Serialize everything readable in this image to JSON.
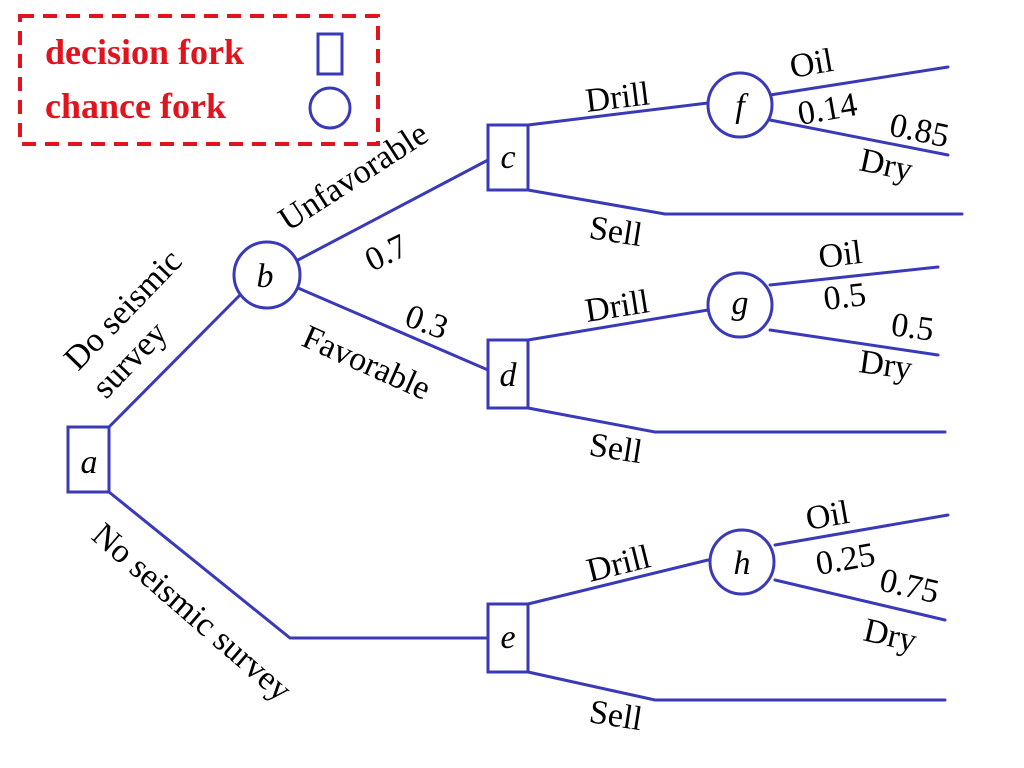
{
  "legend": {
    "decision": "decision fork",
    "chance": "chance fork",
    "color": "#e0141e"
  },
  "colors": {
    "tree": "#3a3ab8",
    "text": "#000000"
  },
  "nodes": {
    "a": "a",
    "b": "b",
    "c": "c",
    "d": "d",
    "e": "e",
    "f": "f",
    "g": "g",
    "h": "h"
  },
  "edges": {
    "do_seismic_line1": "Do seismic",
    "do_seismic_line2": "survey",
    "no_seismic": "No seismic survey",
    "unfavorable": "Unfavorable",
    "favorable": "Favorable",
    "p_unfavorable": "0.7",
    "p_favorable": "0.3",
    "c_drill": "Drill",
    "c_sell": "Sell",
    "d_drill": "Drill",
    "d_sell": "Sell",
    "e_drill": "Drill",
    "e_sell": "Sell",
    "f_oil": "Oil",
    "f_p_oil": "0.14",
    "f_p_dry": "0.85",
    "f_dry": "Dry",
    "g_oil": "Oil",
    "g_p_oil": "0.5",
    "g_p_dry": "0.5",
    "g_dry": "Dry",
    "h_oil": "Oil",
    "h_p_oil": "0.25",
    "h_p_dry": "0.75",
    "h_dry": "Dry"
  }
}
